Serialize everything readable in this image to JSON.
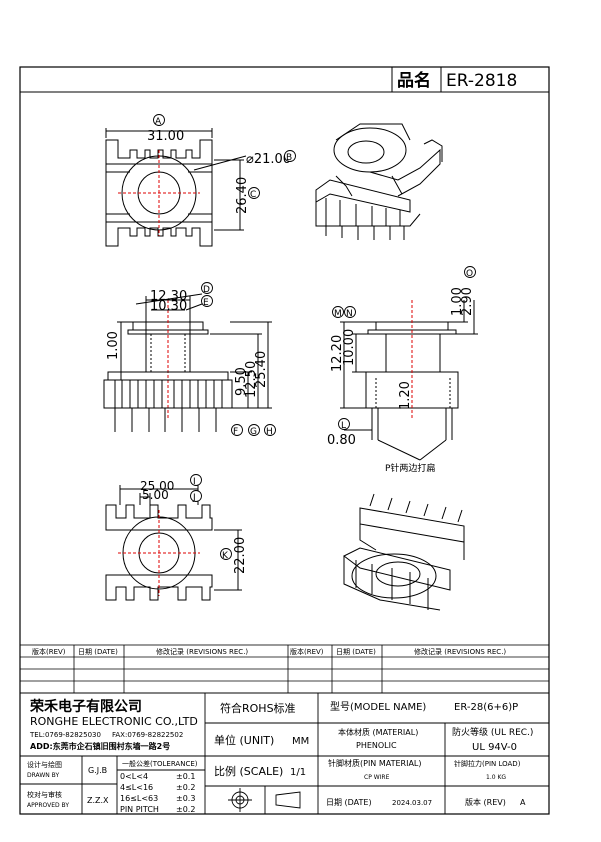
{
  "header": {
    "name_label": "品名",
    "part_no": "ER-2818"
  },
  "views": {
    "top": {
      "dim_width": "31.00",
      "dim_dia": "⌀21.00",
      "dim_height": "26.40",
      "bal_a": "A",
      "bal_b": "B",
      "bal_c": "C"
    },
    "front": {
      "dim_1230": "12.30",
      "dim_1030": "10.30",
      "dim_100": "1.00",
      "dim_950": "9.50",
      "dim_1250": "12.50",
      "dim_2540": "25.40",
      "bal_d": "D",
      "bal_e": "E",
      "bal_f": "F",
      "bal_g": "G",
      "bal_h": "H"
    },
    "side": {
      "dim_100": "1.00",
      "dim_290": "2.90",
      "dim_1220": "12.20",
      "dim_1000": "10.00",
      "dim_120": "1.20",
      "dim_080": "0.80",
      "bal_m": "M",
      "bal_n": "N",
      "bal_o": "O",
      "bal_l": "L",
      "note": "P针两边打扁"
    },
    "bottom": {
      "dim_2500": "25.00",
      "dim_500": "5.00",
      "dim_2200": "22.00",
      "bal_i": "I",
      "bal_j": "J",
      "bal_k": "K"
    }
  },
  "revisions": {
    "col_rev": "版本(REV)",
    "col_date": "日期 (DATE)",
    "col_rec": "修改记录 (REVISIONS REC.)"
  },
  "company": {
    "name_cn": "荣禾电子有限公司",
    "name_en": "RONGHE ELECTRONIC CO.,LTD",
    "tel": "TEL:0769-82825030",
    "fax": "FAX:0769-82822502",
    "addr": "ADD:东莞市企石镇旧围村东墙一路2号"
  },
  "title_block": {
    "rohs": "符合ROHS标准",
    "model_label": "型号(MODEL NAME)",
    "model_value": "ER-28(6+6)P",
    "material_label": "本体材质 (MATERIAL)",
    "material_value": "PHENOLIC",
    "ul_label": "防火等级 (UL REC.)",
    "ul_value": "UL 94V-0",
    "unit_label": "单位 (UNIT)",
    "unit_value": "MM",
    "scale_label": "比例 (SCALE)",
    "scale_value": "1/1",
    "pin_label": "针脚材质(PIN MATERIAL)",
    "pin_value": "CP WIRE",
    "load_label": "针脚拉力(PIN LOAD)",
    "load_value": "1.0 KG",
    "date_label": "日期 (DATE)",
    "date_value": "2024.03.07",
    "rev_label": "版本 (REV)",
    "rev_value": "A",
    "drawn_label": "设计与绘图",
    "drawn_en": "DRAWN BY",
    "drawn_value": "G.J.B",
    "approved_label": "校对与审核",
    "approved_en": "APPROVED BY",
    "approved_value": "Z.Z.X",
    "tol_title": "一般公差(TOLERANCE)",
    "tol_rows": [
      {
        "range": "0<L<4",
        "value": "±0.1"
      },
      {
        "range": "4≤L<16",
        "value": "±0.2"
      },
      {
        "range": "16≤L<63",
        "value": "±0.3"
      },
      {
        "range": "PIN PITCH",
        "value": "±0.2"
      }
    ]
  }
}
